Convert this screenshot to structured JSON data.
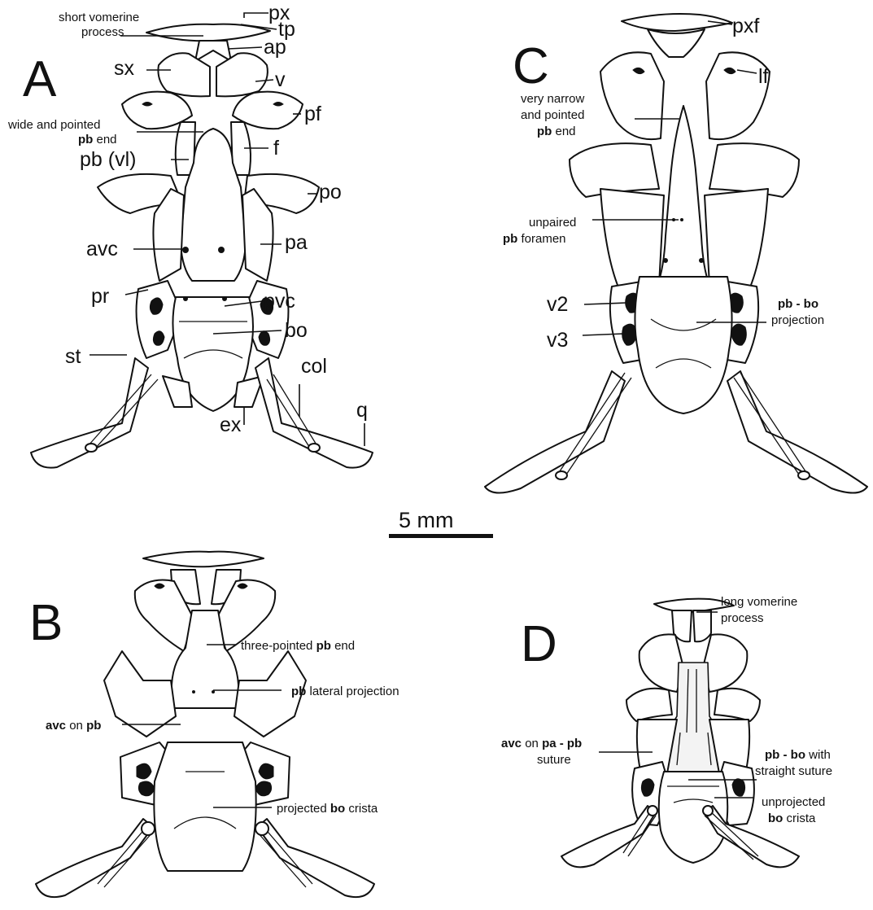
{
  "panels": {
    "A": {
      "letter": "A",
      "labels": {
        "short_vomerine_1": "short vomerine",
        "short_vomerine_2": "process",
        "px": "px",
        "tp": "tp",
        "ap": "ap",
        "sx": "sx",
        "v": "v",
        "pf": "pf",
        "wide_pointed_1": "wide and pointed",
        "wide_pointed_pb": "pb",
        "wide_pointed_end": " end",
        "f": "f",
        "pb_vl": "pb (vl)",
        "po": "po",
        "pa": "pa",
        "avc": "avc",
        "pr": "pr",
        "pvc": "pvc",
        "bo": "bo",
        "st": "st",
        "col": "col",
        "ex": "ex",
        "q": "q"
      }
    },
    "B": {
      "letter": "B",
      "labels": {
        "three_pointed_1": "three-pointed ",
        "three_pointed_pb": "pb",
        "three_pointed_2": " end",
        "lateral_pb": "pb",
        "lateral_rest": " lateral projection",
        "avc_on_pb_avc": "avc",
        "avc_on_pb_on": " on ",
        "avc_on_pb_pb": "pb",
        "projected_1": "projected ",
        "projected_bo": "bo",
        "projected_2": " crista"
      }
    },
    "C": {
      "letter": "C",
      "labels": {
        "pxf": "pxf",
        "lf": "lf",
        "narrow_1": "very narrow",
        "narrow_2": "and pointed",
        "narrow_pb": "pb",
        "narrow_end": " end",
        "unpaired_1": "unpaired",
        "unpaired_pb": "pb",
        "unpaired_2": " foramen",
        "v2": "v2",
        "v3": "v3",
        "pbbo_1": "pb - bo",
        "pbbo_2": "projection"
      }
    },
    "D": {
      "letter": "D",
      "labels": {
        "long_vomerine_1": "long vomerine",
        "long_vomerine_2": "process",
        "avc_pa_pb_avc": "avc",
        "avc_pa_pb_on": " on ",
        "avc_pa_pb_pabp": "pa - pb",
        "avc_pa_pb_2": "suture",
        "pbbo_straight_b": "pb - bo",
        "pbbo_straight_w": " with",
        "pbbo_straight_2": "straight suture",
        "unprojected_1": "unprojected",
        "unprojected_bo": "bo",
        "unprojected_2": " crista"
      }
    }
  },
  "scale_bar": {
    "label": "5 mm"
  },
  "colors": {
    "ink": "#111111",
    "background": "#ffffff"
  }
}
